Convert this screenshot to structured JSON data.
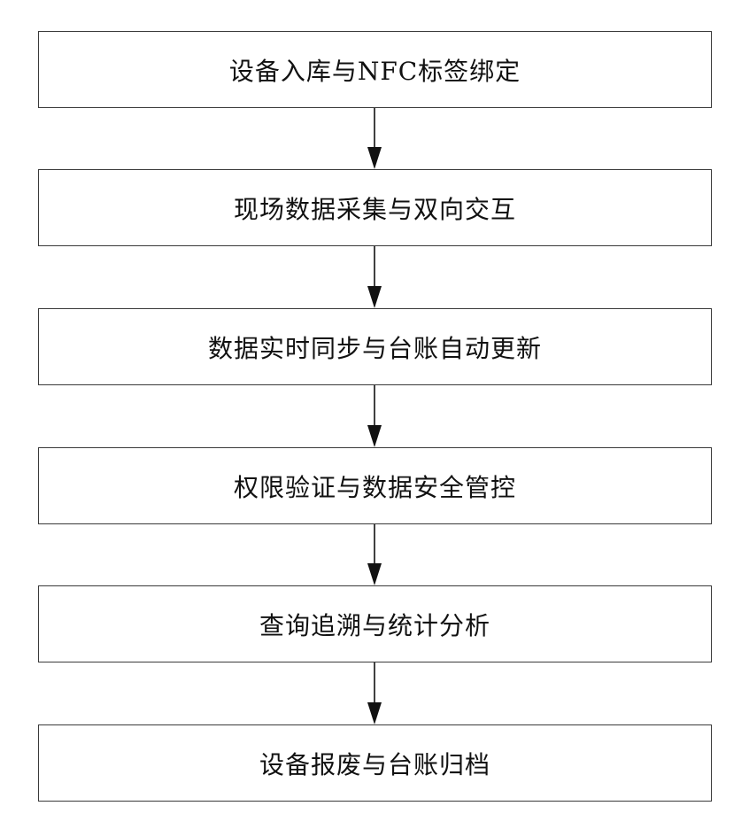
{
  "flowchart": {
    "steps": [
      {
        "label": "设备入库与NFC标签绑定"
      },
      {
        "label": "现场数据采集与双向交互"
      },
      {
        "label": "数据实时同步与台账自动更新"
      },
      {
        "label": "权限验证与数据安全管控"
      },
      {
        "label": "查询追溯与统计分析"
      },
      {
        "label": "设备报废与台账归档"
      }
    ]
  }
}
